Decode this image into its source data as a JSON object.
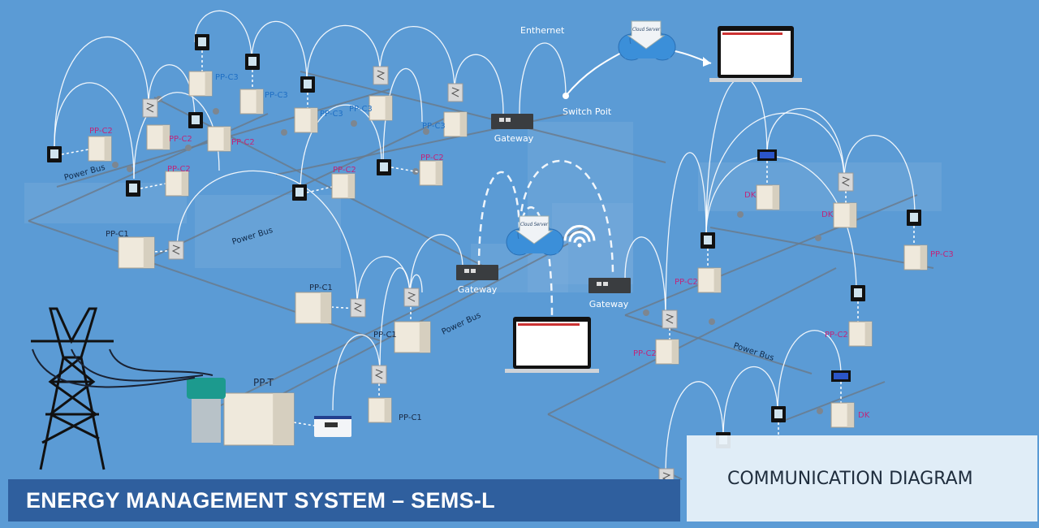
{
  "title": "ENERGY MANAGEMENT SYSTEM – SEMS-L",
  "subtitle": "COMMUNICATION DIAGRAM",
  "colors": {
    "background": "#5b9bd5",
    "banner": "#2f5f9e",
    "label_c3": "#1f6fc4",
    "label_c2": "#c0267a",
    "label_c1": "#1a2a44",
    "link": "#ffffff",
    "bus": "#6b7a8a"
  },
  "network": {
    "ethernet_label": "Enthernet",
    "switch_label": "Switch Poit",
    "gateways": [
      "Gateway",
      "Gateway",
      "Gateway"
    ],
    "cloud_label": "Cloud Server",
    "power_bus_labels": [
      "Power Bus",
      "Power Bus",
      "Power Bus",
      "Power Bus"
    ]
  },
  "cabinets": [
    {
      "label": "PP-C3",
      "type": "c3"
    },
    {
      "label": "PP-C3",
      "type": "c3"
    },
    {
      "label": "PP-C3",
      "type": "c3"
    },
    {
      "label": "PP-C3",
      "type": "c3"
    },
    {
      "label": "PP-C3",
      "type": "c3"
    },
    {
      "label": "PP-C2",
      "type": "c2"
    },
    {
      "label": "PP-C2",
      "type": "c2"
    },
    {
      "label": "PP-C2",
      "type": "c2"
    },
    {
      "label": "PP-C2",
      "type": "c2"
    },
    {
      "label": "PP-C2",
      "type": "c2"
    },
    {
      "label": "PP-C2",
      "type": "c2"
    },
    {
      "label": "PP-C1",
      "type": "c1"
    },
    {
      "label": "PP-C1",
      "type": "c1"
    },
    {
      "label": "PP-C1",
      "type": "c1"
    },
    {
      "label": "PP-C1",
      "type": "c1"
    },
    {
      "label": "PP-T",
      "type": "c1"
    },
    {
      "label": "DK",
      "type": "c2"
    },
    {
      "label": "DK",
      "type": "c2"
    },
    {
      "label": "PP-C3",
      "type": "c2"
    },
    {
      "label": "PP-C2",
      "type": "c2"
    },
    {
      "label": "PP-C2",
      "type": "c2"
    },
    {
      "label": "PP-C2",
      "type": "c2"
    },
    {
      "label": "DK",
      "type": "c2"
    }
  ]
}
